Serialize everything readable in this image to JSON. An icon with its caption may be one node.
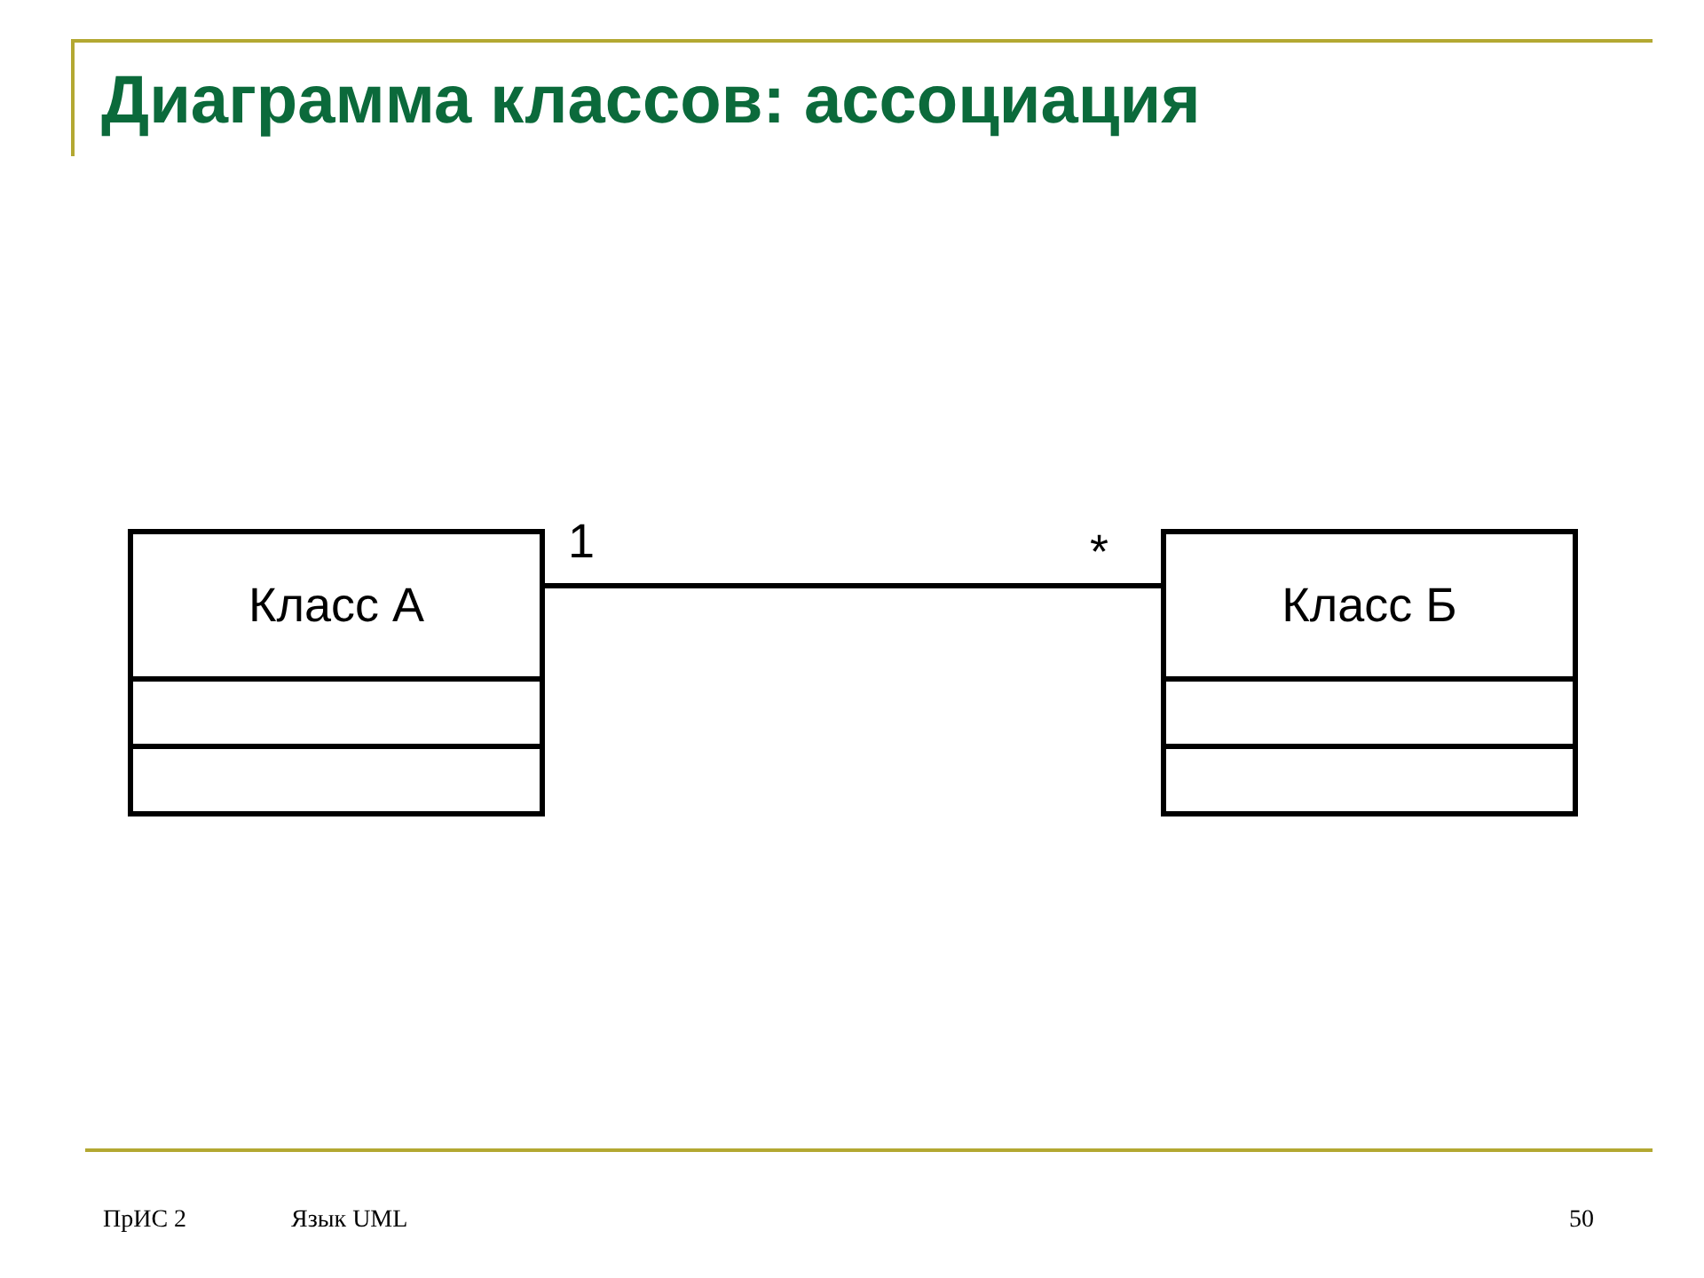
{
  "diagram": {
    "title": "Диаграмма классов: ассоциация",
    "nodes": [
      {
        "text": [
          "Класс А"
        ]
      },
      {
        "text": [],
        "shape": "box",
        "in": 0
      },
      {
        "text": [],
        "shape": "box",
        "in": 0
      },
      {
        "text": [
          "Класс Б"
        ]
      },
      {
        "text": [],
        "shape": "box",
        "in": 3
      },
      {
        "text": [],
        "shape": "box",
        "in": 3
      }
    ],
    "edges": [
      {
        "from": 0,
        "to": 3,
        "arrow": "none"
      }
    ],
    "labels": [
      "1",
      "*",
      "ПрИС 2",
      "Язык UML",
      "50"
    ]
  }
}
